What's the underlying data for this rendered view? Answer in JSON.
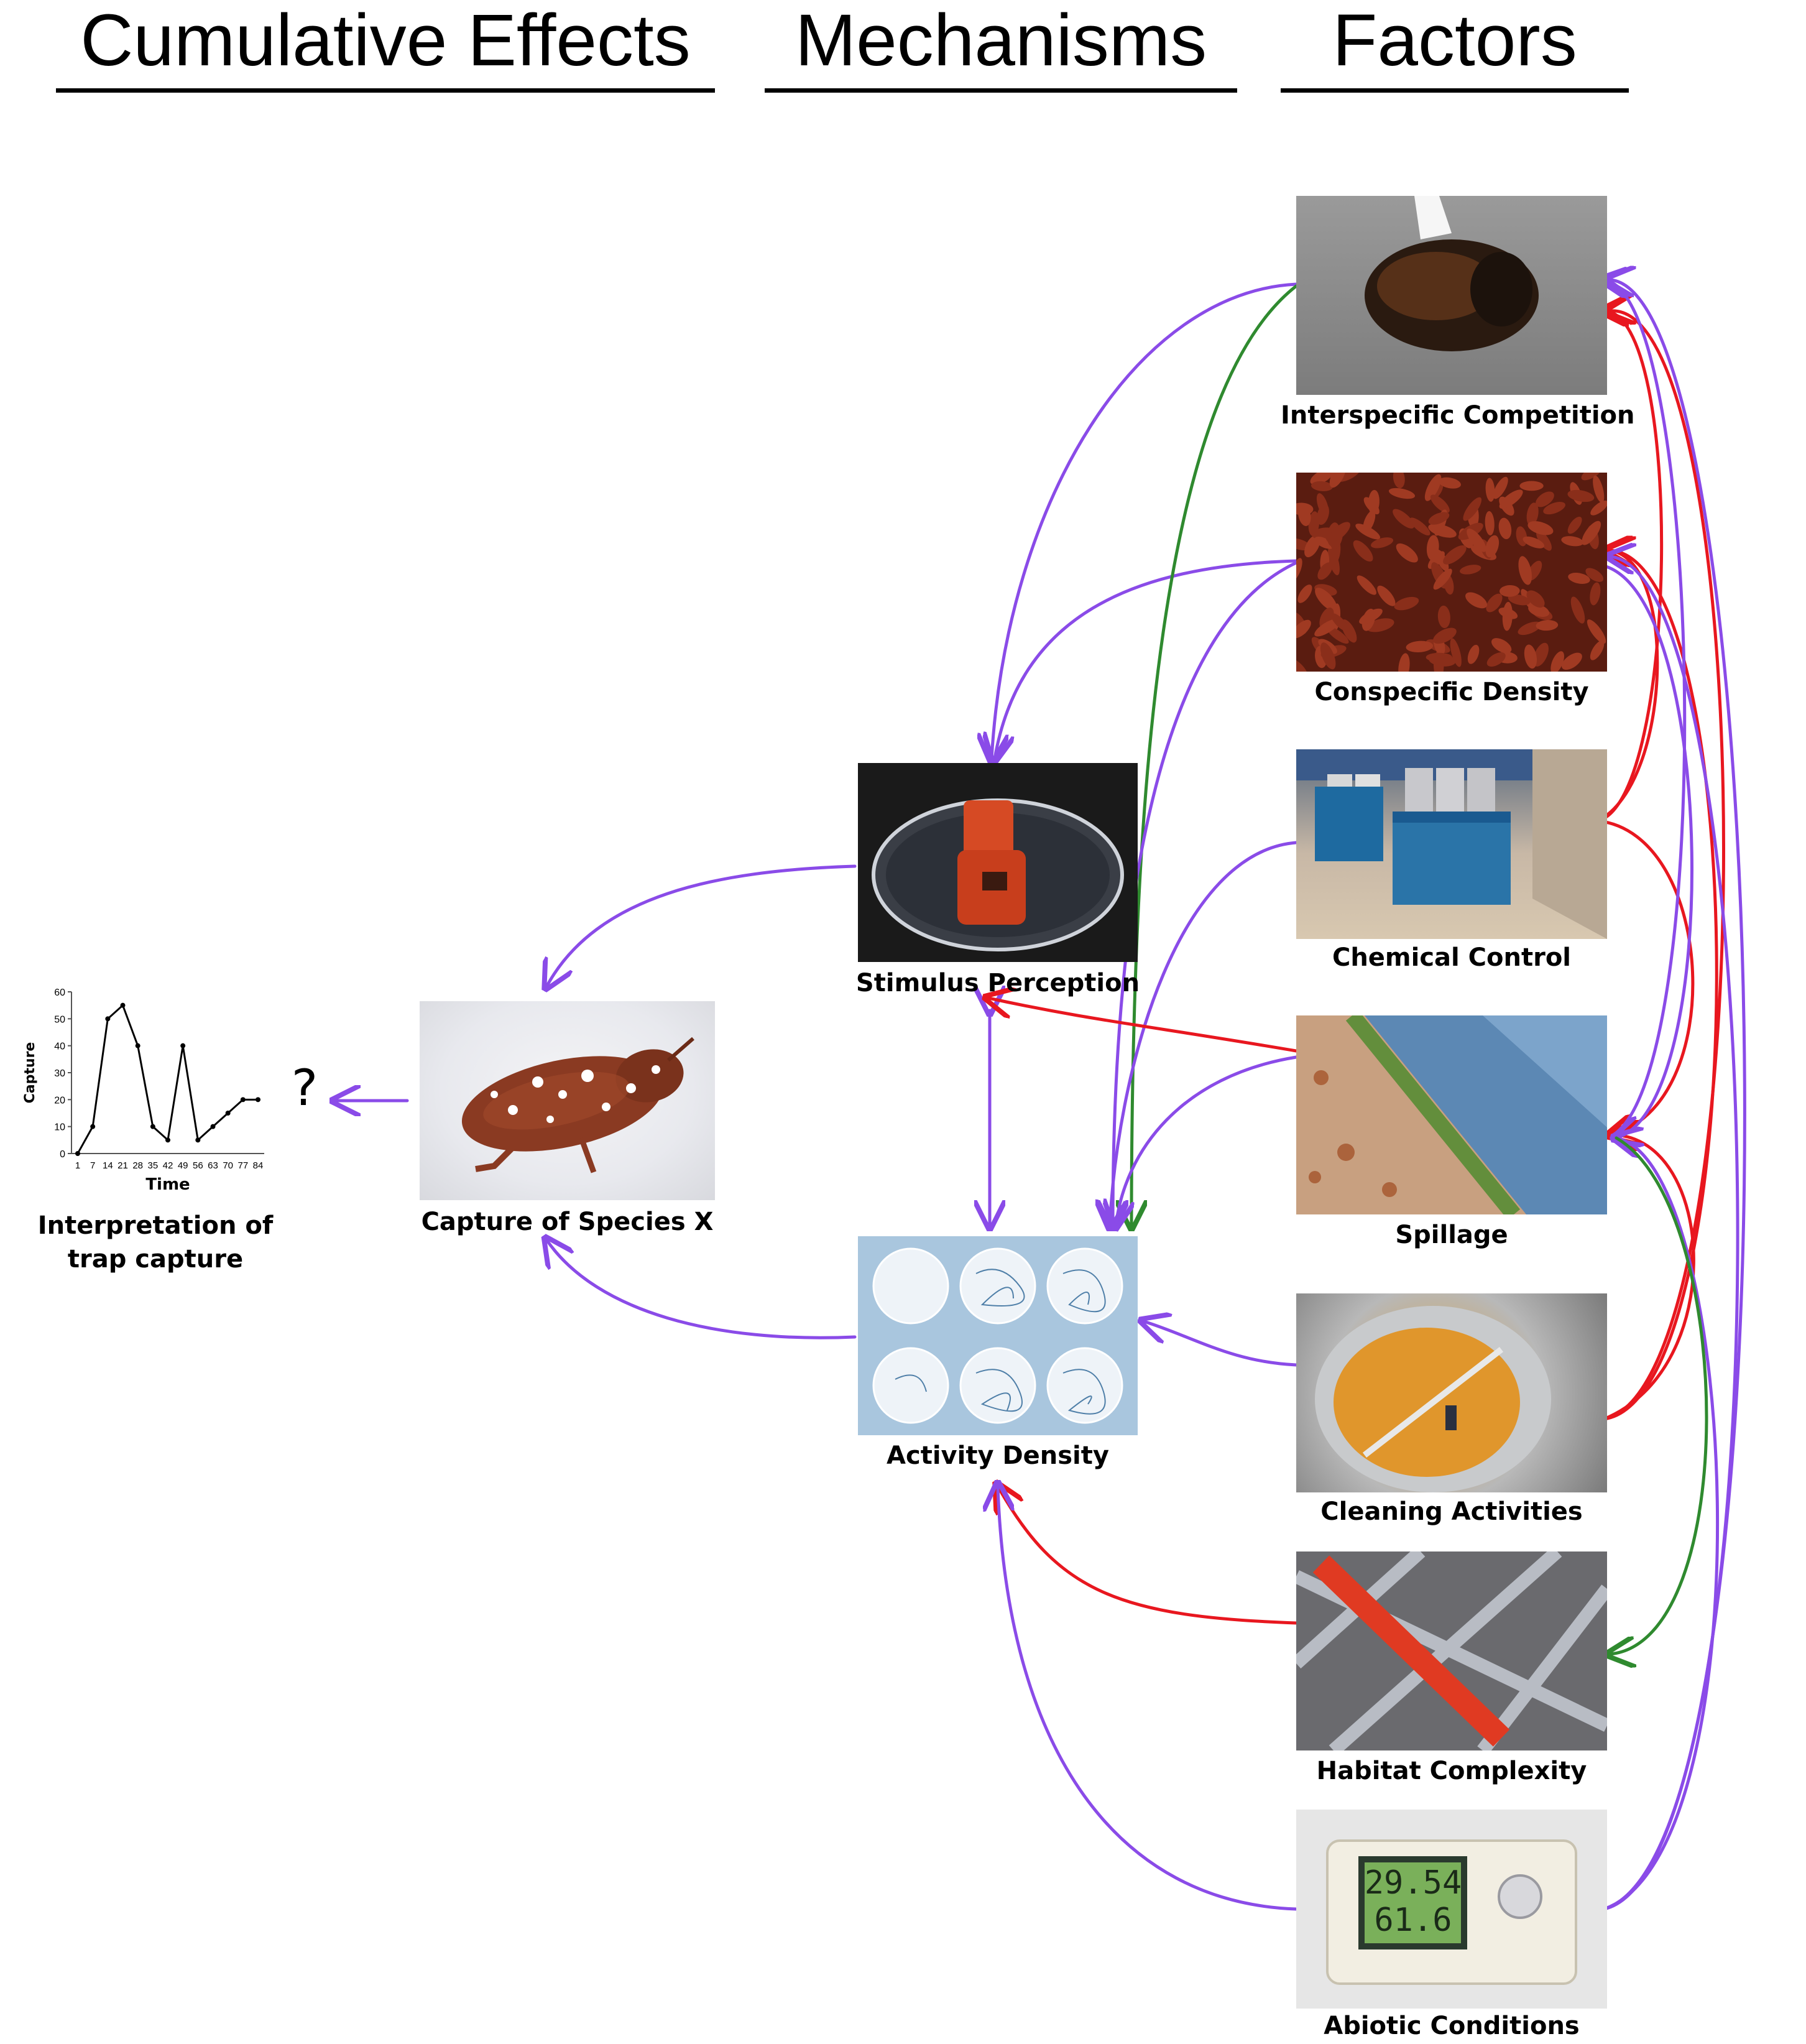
{
  "headers": {
    "cumulative": "Cumulative Effects",
    "mechanisms": "Mechanisms",
    "factors": "Factors"
  },
  "effects": {
    "interpretation_line1": "Interpretation of",
    "interpretation_line2": "trap capture",
    "question_mark": "?",
    "capture_label": "Capture of Species X"
  },
  "mechanisms": {
    "stimulus": "Stimulus Perception",
    "activity": "Activity Density"
  },
  "factors": {
    "interspecific": "Interspecific Competition",
    "conspecific": "Conspecific Density",
    "chemical": "Chemical Control",
    "spillage": "Spillage",
    "cleaning": "Cleaning Activities",
    "habitat": "Habitat Complexity",
    "abiotic": "Abiotic Conditions"
  },
  "logger_display": {
    "line1": "29.54",
    "line2": "61.6"
  },
  "arrow_colors": {
    "purple": "#8a4be8",
    "red": "#e8171f",
    "green": "#2f8a2f"
  },
  "chart_data": {
    "type": "line",
    "xlabel": "Time",
    "ylabel": "Capture",
    "ylim": [
      0,
      60
    ],
    "yticks": [
      "0",
      "10",
      "20",
      "30",
      "40",
      "50",
      "60"
    ],
    "x": [
      "1",
      "7",
      "14",
      "21",
      "28",
      "35",
      "42",
      "49",
      "56",
      "63",
      "70",
      "77",
      "84"
    ],
    "values": [
      0,
      10,
      50,
      55,
      40,
      10,
      5,
      40,
      5,
      10,
      15,
      20,
      20
    ]
  }
}
